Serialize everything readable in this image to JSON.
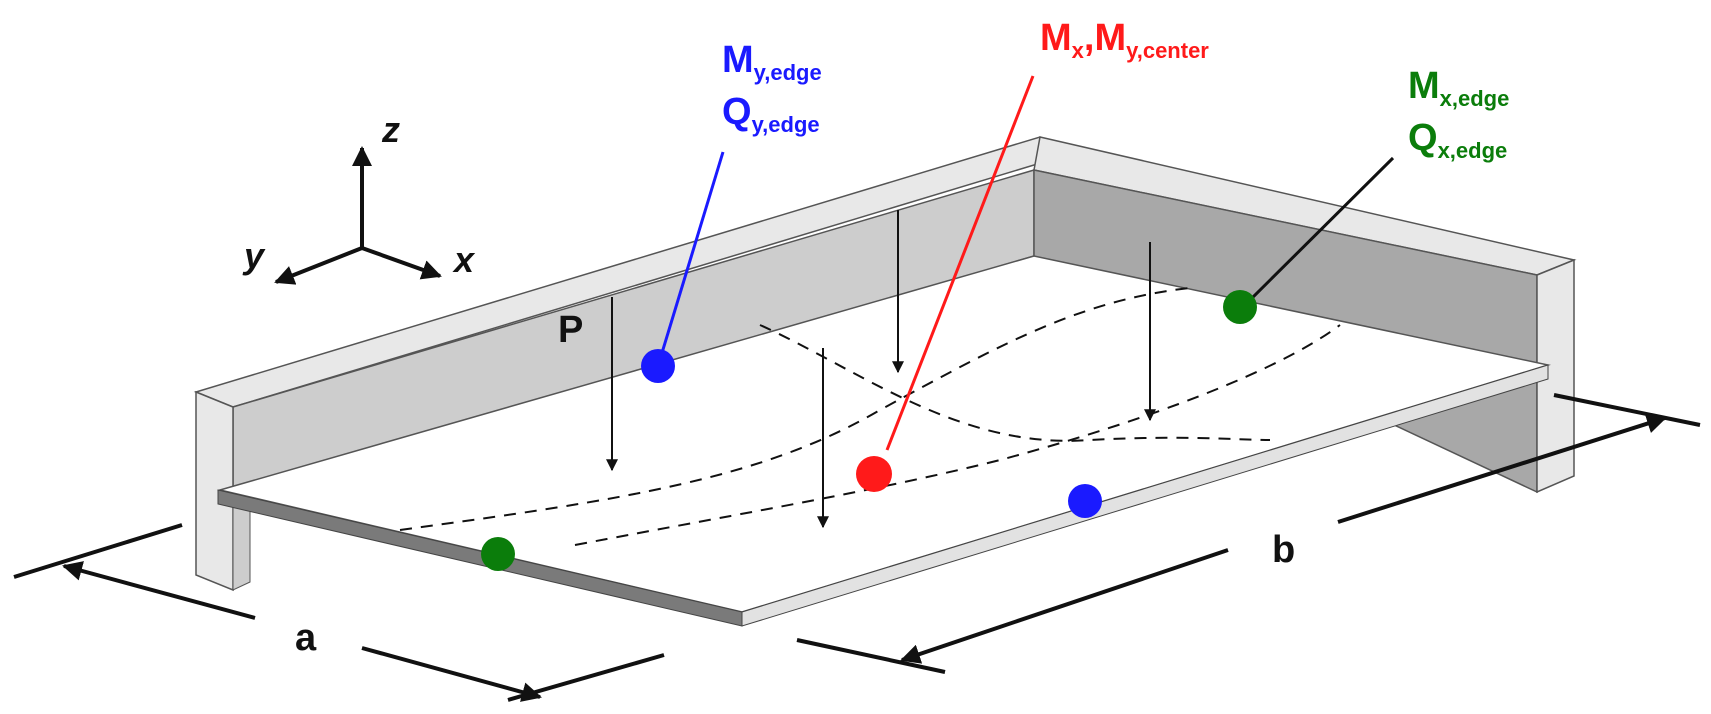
{
  "colors": {
    "blue": "#1a1aff",
    "red": "#ff1a1a",
    "green": "#0b7d0b",
    "wall_face": "#cdcdcd",
    "wall_face_dark": "#a8a8a8",
    "wall_top": "#e8e8e8",
    "plate_edge": "#7a7a7a"
  },
  "axes": {
    "z": "z",
    "y": "y",
    "x": "x"
  },
  "load_label": "P",
  "dimensions": {
    "a": "a",
    "b": "b"
  },
  "labels": {
    "blue": {
      "line1": {
        "main": "M",
        "sub": "y,edge"
      },
      "line2": {
        "main": "Q",
        "sub": "y,edge"
      }
    },
    "red": {
      "m1": "M",
      "s1": "x",
      "sep": ",",
      "m2": "M",
      "s2": "y,center"
    },
    "green": {
      "line1": {
        "main": "M",
        "sub": "x,edge"
      },
      "line2": {
        "main": "Q",
        "sub": "x,edge"
      }
    }
  }
}
